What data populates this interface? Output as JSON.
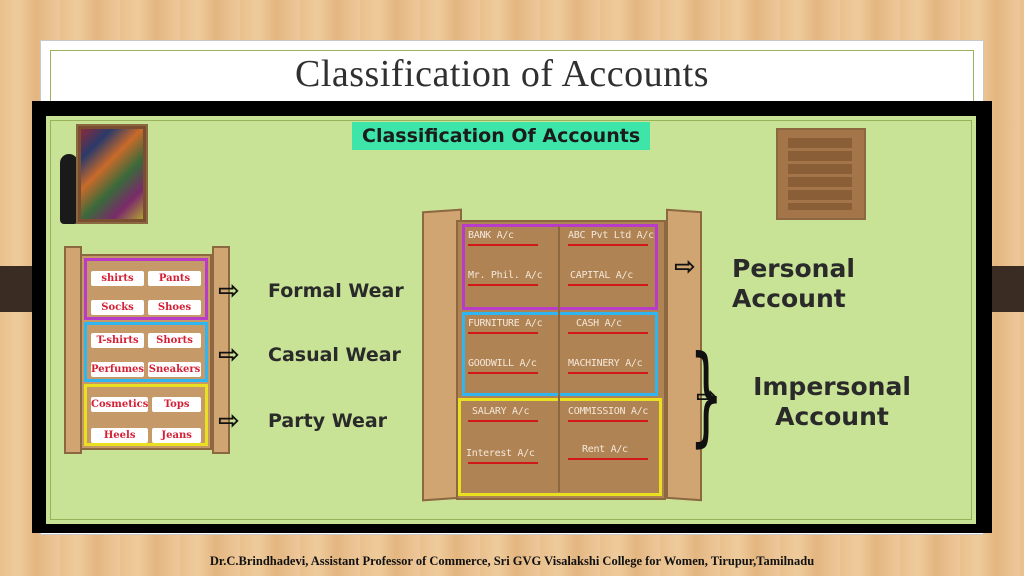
{
  "slide": {
    "title": "Classification of Accounts",
    "footer": "Dr.C.Brindhadevi, Assistant Professor of Commerce, Sri GVG Visalakshi College for Women, Tirupur,Tamilnadu"
  },
  "video": {
    "title": "Classification Of Accounts",
    "wardrobe_items": {
      "formal": [
        "shirts",
        "Pants",
        "Socks",
        "Shoes"
      ],
      "casual": [
        "T-shirts",
        "Shorts",
        "Perfumes",
        "Sneakers"
      ],
      "party": [
        "Cosmetics",
        "Tops",
        "Heels",
        "Jeans"
      ]
    },
    "categories": [
      "Formal Wear",
      "Casual Wear",
      "Party Wear"
    ],
    "accounts": {
      "personal": [
        "BANK A/c",
        "ABC Pvt Ltd A/c",
        "Mr. Phil. A/c",
        "CAPITAL A/c"
      ],
      "impersonal": [
        "FURNITURE A/c",
        "CASH A/c",
        "GOODWILL A/c",
        "MACHINERY A/c",
        "SALARY A/c",
        "COMMISSION A/c",
        "Interest A/c",
        "Rent A/c"
      ]
    },
    "personal_label": "Personal Account",
    "impersonal_label": "Impersonal Account",
    "colors": {
      "screen_bg": "#c8e296",
      "title_bg": "#3de6a8",
      "formal_border": "#b83cc8",
      "casual_border": "#2fb6f0",
      "party_border": "#e8e020"
    }
  }
}
